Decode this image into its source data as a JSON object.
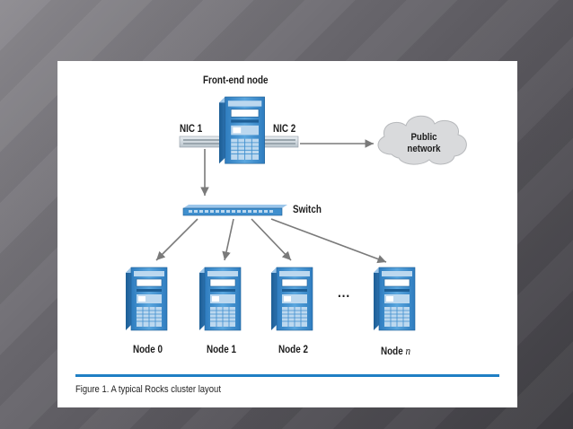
{
  "diagram": {
    "front_end_label": "Front-end node",
    "nic1_label": "NIC 1",
    "nic2_label": "NIC 2",
    "cloud_line1": "Public",
    "cloud_line2": "network",
    "switch_label": "Switch",
    "ellipsis": "...",
    "nodes": [
      {
        "label": "Node 0"
      },
      {
        "label": "Node 1"
      },
      {
        "label": "Node 2"
      },
      {
        "label_prefix": "Node ",
        "label_var": "n"
      }
    ],
    "caption": "Figure 1. A typical Rocks cluster layout"
  },
  "colors": {
    "server_blue": "#3f8fce",
    "server_light": "#bcd8ef",
    "accent_rule": "#1f7fc4",
    "arrow_gray": "#7a7a7a"
  }
}
